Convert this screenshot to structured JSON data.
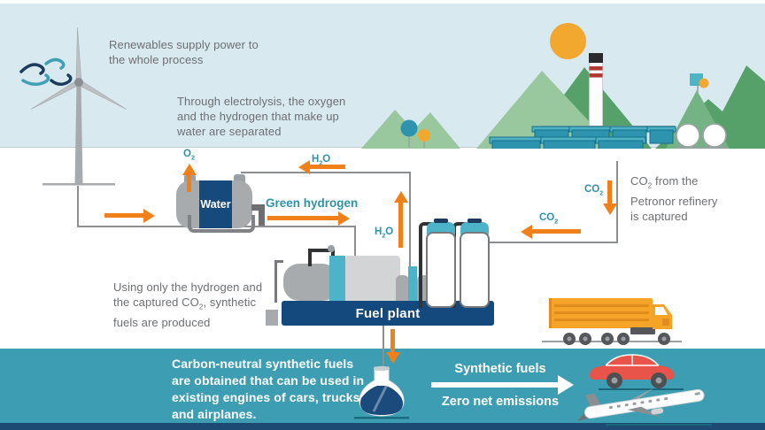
{
  "annotations": {
    "renewables": {
      "lines": [
        "Renewables supply power to",
        "the whole process"
      ]
    },
    "electrolysis": {
      "lines": [
        "Through electrolysis, the oxygen",
        "and the hydrogen that make up",
        "water are separated"
      ]
    },
    "using_hydrogen": {
      "line1": "Using only the hydrogen and",
      "line2_pre": "the captured CO",
      "line2_sub": "2",
      "line2_post": ", synthetic",
      "line3": "fuels are produced"
    },
    "petronor": {
      "line1_pre": "CO",
      "line1_sub": "2",
      "line1_post": " from the",
      "line2": "Petronor refinery",
      "line3": "is captured"
    },
    "carbon_neutral": {
      "lines": [
        "Carbon-neutral synthetic fuels",
        "are obtained that can be used in",
        "existing engines of cars, trucks,",
        "and airplanes."
      ]
    }
  },
  "labels": {
    "o2": {
      "pre": "O",
      "sub": "2"
    },
    "h2o_top": {
      "pre": "H",
      "sub": "2",
      "post": "O"
    },
    "h2o_plant": {
      "pre": "H",
      "sub": "2",
      "post": "O"
    },
    "co2_down": {
      "pre": "CO",
      "sub": "2"
    },
    "co2_left": {
      "pre": "CO",
      "sub": "2"
    },
    "green_hydrogen": "Green hydrogen",
    "water_tank": "Water",
    "fuel_plant": "Fuel plant",
    "synthetic_fuels": "Synthetic fuels",
    "zero_net_emissions": "Zero net emissions"
  },
  "colors": {
    "sky": "#D8E9EF",
    "band_teal": "#3D9EB3",
    "band_navy": "#1C4A72",
    "arrow_orange": "#F08019",
    "chem_label_teal": "#2F93A8",
    "plant_navy": "#14497D",
    "text_gray": "#6D6F72",
    "mountain_light_green": "#99C89E",
    "mountain_dark_green": "#55A169",
    "mountain_mid_green": "#74B383",
    "sun_orange": "#F2A72E",
    "refinery_teal": "#2E93AE",
    "truck_orange": "#F6A427",
    "car_red": "#E8534A"
  }
}
